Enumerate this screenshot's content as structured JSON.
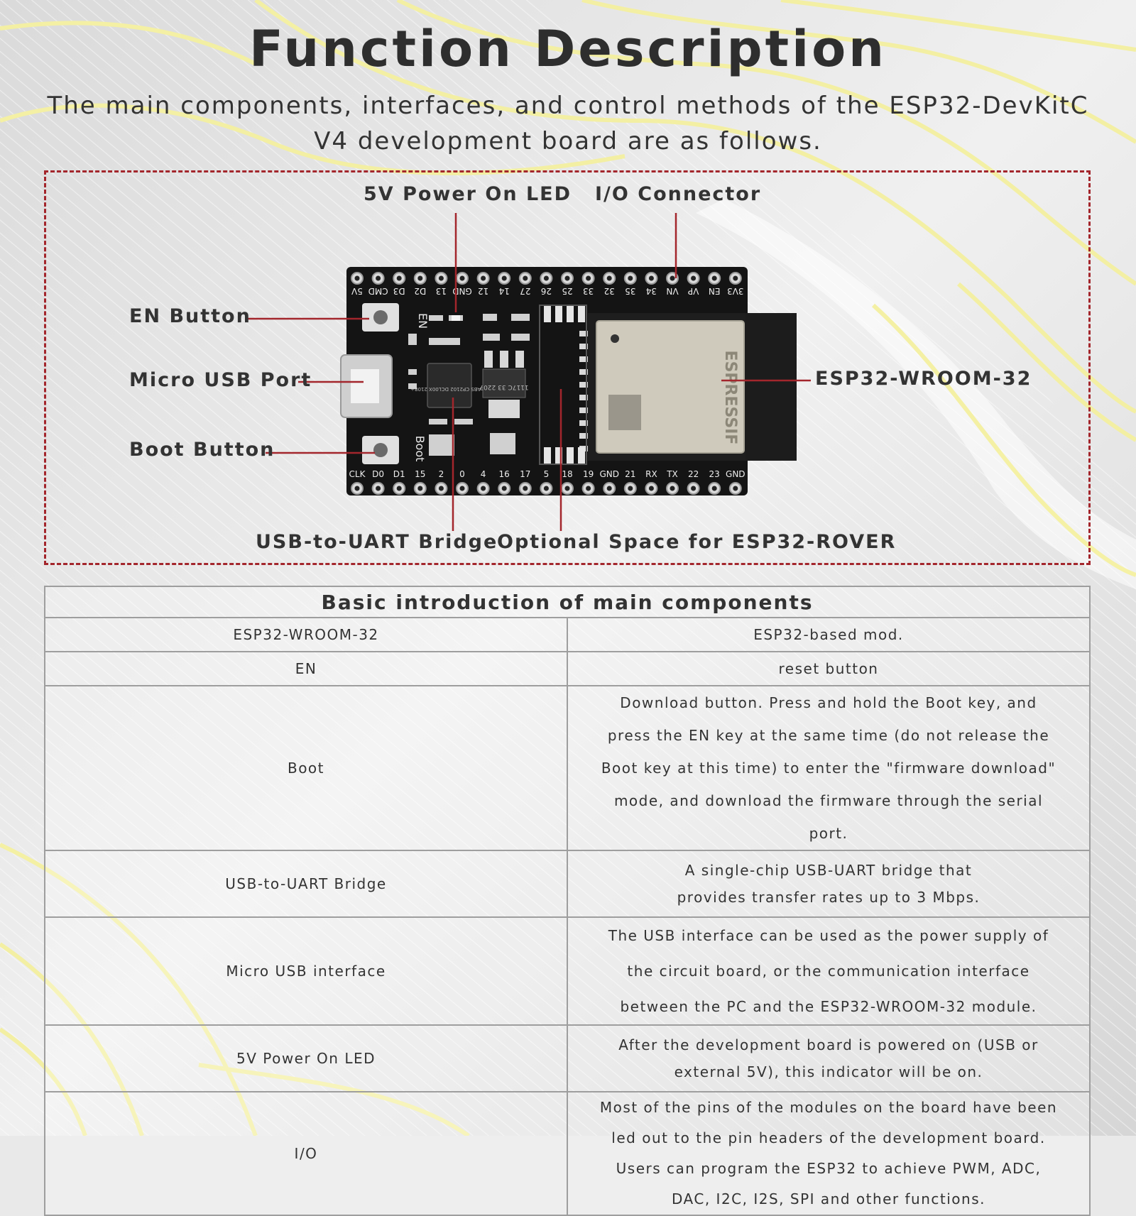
{
  "title": "Function Description",
  "subtitle": "The main components, interfaces, and control methods of the ESP32-DevKitC V4 development board are as follows.",
  "diagram": {
    "callouts": {
      "led": "5V Power On LED",
      "io": "I/O Connector",
      "en": "EN Button",
      "usb": "Micro USB Port",
      "boot": "Boot Button",
      "wroom": "ESP32-WROOM-32",
      "bridge": "USB-to-UART Bridge",
      "rover": "Optional Space for ESP32-ROVER"
    },
    "top_pins": [
      "5V",
      "CMD",
      "D3",
      "D2",
      "13",
      "GND",
      "12",
      "14",
      "27",
      "26",
      "25",
      "33",
      "32",
      "35",
      "34",
      "VN",
      "VP",
      "EN",
      "3V3"
    ],
    "bottom_pins": [
      "CLK",
      "D0",
      "D1",
      "15",
      "2",
      "0",
      "4",
      "16",
      "17",
      "5",
      "18",
      "19",
      "GND",
      "21",
      "RX",
      "TX",
      "22",
      "23",
      "GND"
    ],
    "silk": {
      "en": "EN",
      "boot": "Boot",
      "chip": "SILABS CP2102 DCL00X 2108+",
      "regulator": "1117C 33 2207",
      "module_brand": "ESPRESSIF"
    }
  },
  "table": {
    "heading": "Basic introduction of main components",
    "rows": [
      {
        "name": "ESP32-WROOM-32",
        "desc": "ESP32-based mod."
      },
      {
        "name": "EN",
        "desc": "reset button"
      },
      {
        "name": "Boot",
        "desc": "Download button. Press and hold the Boot key, and press the EN key at the same time (do not release the Boot key at this time) to enter the \"firmware download\" mode, and download the firmware through the serial port."
      },
      {
        "name": "USB-to-UART Bridge",
        "desc": "A single-chip USB-UART bridge that provides transfer rates up to 3 Mbps."
      },
      {
        "name": "Micro USB interface",
        "desc": "The USB interface can be used as the power supply of the circuit board, or the communication interface between the PC and the ESP32-WROOM-32 module."
      },
      {
        "name": "5V Power On LED",
        "desc": "After the development board is powered on (USB or external 5V), this indicator will be on."
      },
      {
        "name": "I/O",
        "desc": "Most of the pins of the modules on the board have been led out to the pin headers of the development board. Users can program the ESP32 to achieve PWM, ADC, DAC, I2C, I2S, SPI and other functions."
      }
    ]
  },
  "colors": {
    "accent": "#a3262c",
    "yellow_wave": "#f4f0a0",
    "board": "#141414",
    "module_shield": "#cfcabc"
  }
}
